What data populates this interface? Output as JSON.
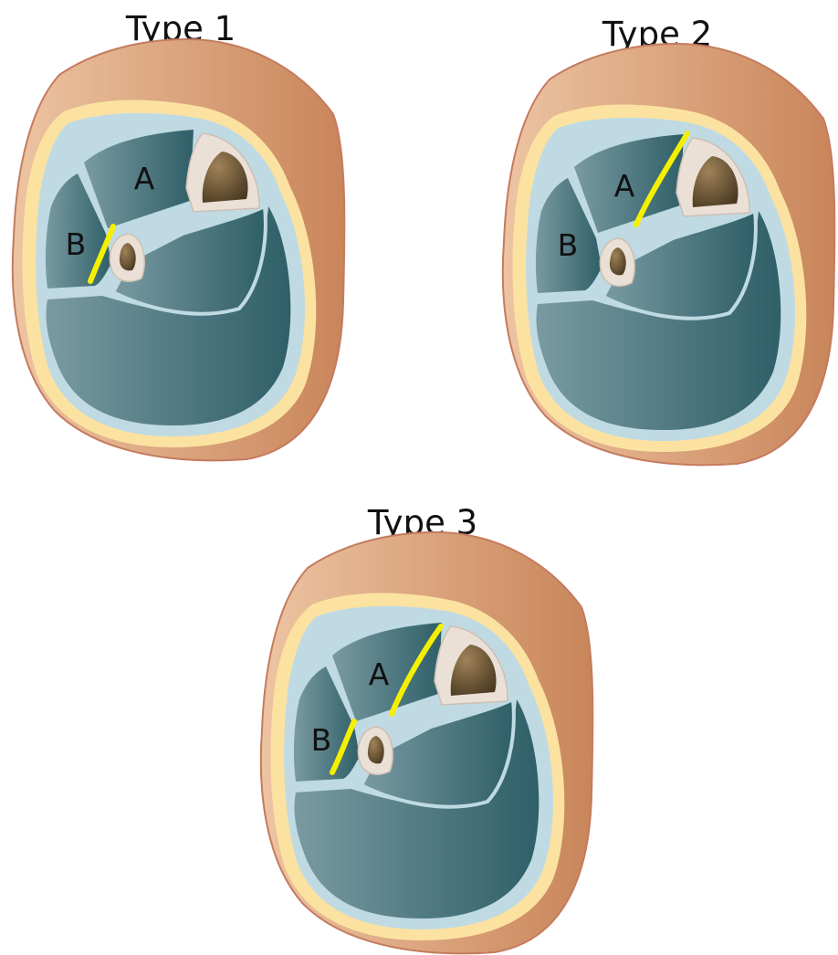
{
  "figure": {
    "panels": [
      {
        "id": "type-1",
        "title": "Type 1",
        "labels": {
          "anterior": "A",
          "lateral": "B"
        },
        "nerve_course": "lateral"
      },
      {
        "id": "type-2",
        "title": "Type 2",
        "labels": {
          "anterior": "A",
          "lateral": "B"
        },
        "nerve_course": "anterior"
      },
      {
        "id": "type-3",
        "title": "Type 3",
        "labels": {
          "anterior": "A",
          "lateral": "B"
        },
        "nerve_course": "anterior-and-lateral"
      }
    ]
  },
  "colors": {
    "skin_light": "#edc4a2",
    "skin_dark": "#c9855a",
    "skin_edge": "#c57b5f",
    "fat": "#fbe2a1",
    "fascia": "#bfdae3",
    "muscle_light": "#7a9aa2",
    "muscle_dark": "#2f5f68",
    "bone_cortex": "#ebe0d6",
    "marrow_light": "#a08258",
    "marrow_dark": "#4a3a22",
    "nerve": "#f5f000"
  }
}
